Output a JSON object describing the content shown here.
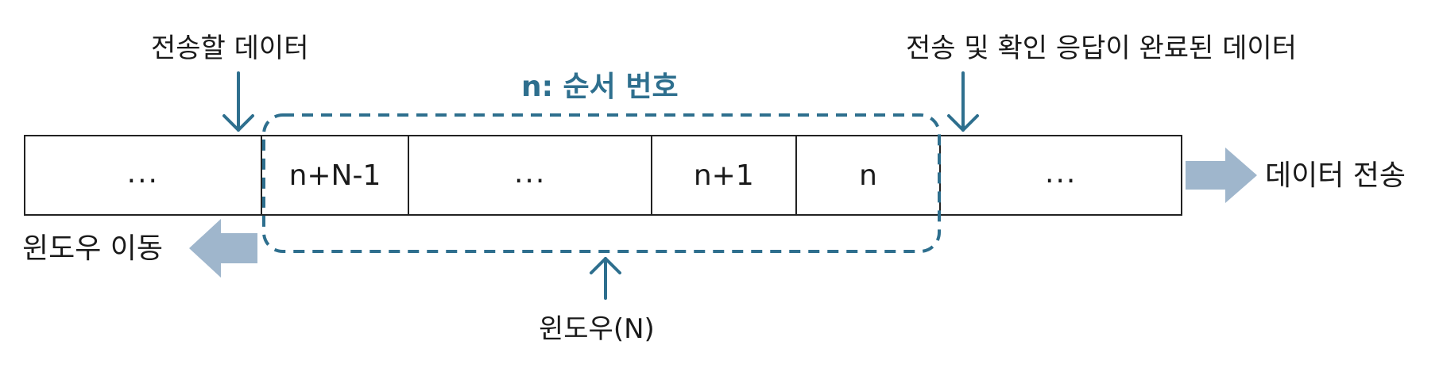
{
  "labels": {
    "to_send": "전송할 데이터",
    "acked": "전송 및 확인 응답이 완료된 데이터",
    "sequence_note": "n: 순서 번호",
    "data_send": "데이터 전송",
    "window_move": "윈도우 이동",
    "window": "윈도우(N)"
  },
  "cells": [
    "...",
    "n+N-1",
    "...",
    "n+1",
    "n",
    "..."
  ],
  "colors": {
    "accent": "#2e6f8e",
    "arrow_fill": "#9fb6cc",
    "border": "#222222"
  }
}
